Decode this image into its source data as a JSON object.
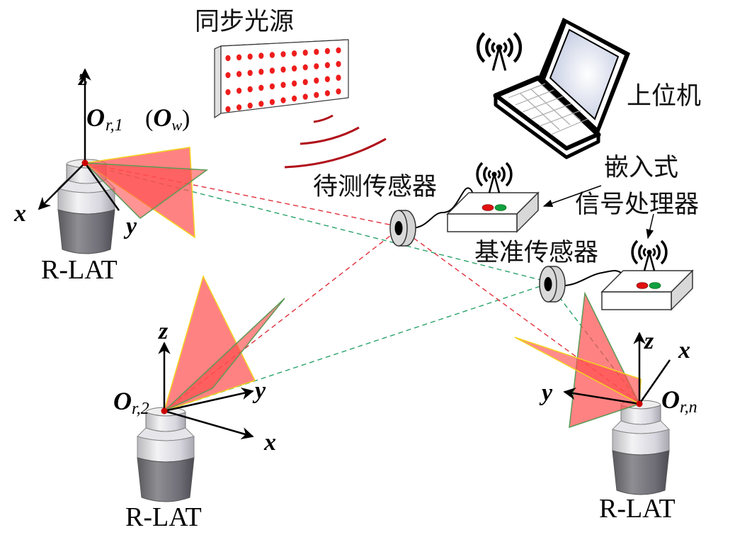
{
  "labels": {
    "sync_light_source": "同步光源",
    "host_computer": "上位机",
    "sensor_under_test": "待测传感器",
    "embedded_line1": "嵌入式",
    "embedded_line2": "信号处理器",
    "reference_sensor": "基准传感器",
    "rlat_1": "R-LAT",
    "rlat_2": "R-LAT",
    "rlat_n": "R-LAT"
  },
  "stations": [
    {
      "origin_main": "O",
      "origin_sub": "r,1",
      "world_tag_open": "(",
      "world_main": "O",
      "world_sub": "w",
      "world_tag_close": ")",
      "axes": {
        "x": "x",
        "y": "y",
        "z": "z"
      }
    },
    {
      "origin_main": "O",
      "origin_sub": "r,2",
      "axes": {
        "x": "x",
        "y": "y",
        "z": "z"
      }
    },
    {
      "origin_main": "O",
      "origin_sub": "r,n",
      "axes": {
        "x": "x",
        "y": "y",
        "z": "z"
      }
    }
  ],
  "led_panel": {
    "rows": 4,
    "cols": 11
  },
  "colors": {
    "laser_fan": "#ff4d4d",
    "fan_edge_yellow": "#f2d21e",
    "fan_edge_green": "#5a9a55",
    "ray_red": "#e0303a",
    "ray_green": "#2aa36a",
    "led_red": "#ee1c1c",
    "wave_dark_red": "#b0101a",
    "status_led_red": "#e01010",
    "status_led_green": "#10a040"
  }
}
